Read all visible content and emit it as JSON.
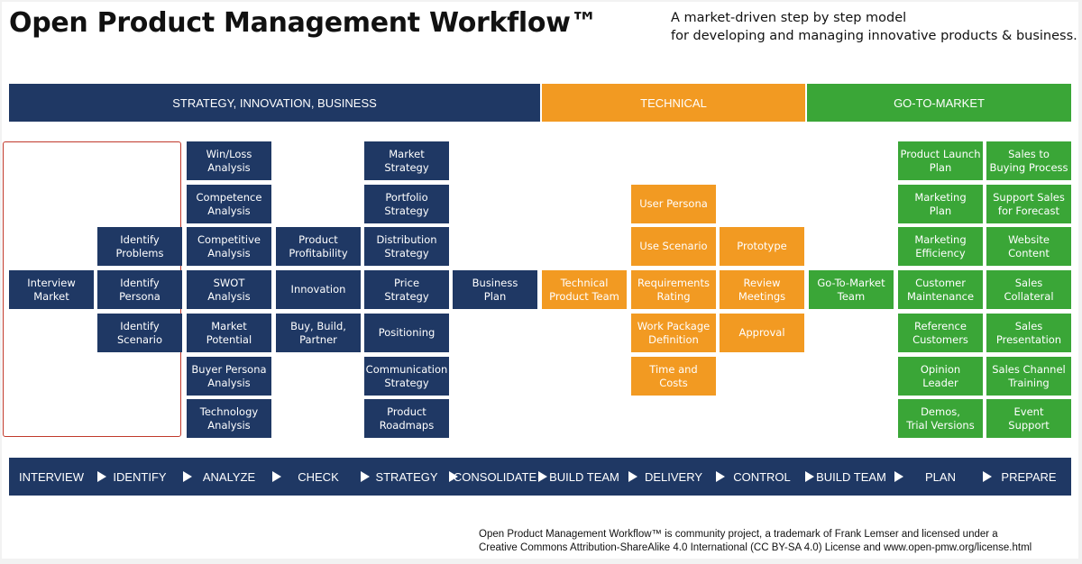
{
  "header": {
    "title": "Open Product Management Workflow™",
    "subtitle_line1": "A market-driven step by step model",
    "subtitle_line2": "for developing and managing innovative products & business."
  },
  "colors": {
    "navy": "#1f3864",
    "orange": "#f29a22",
    "green": "#3aa637",
    "highlight_border": "#c0392b"
  },
  "categories": [
    {
      "label": "STRATEGY, INNOVATION, BUSINESS"
    },
    {
      "label": "TECHNICAL"
    },
    {
      "label": "GO-TO-MARKET"
    }
  ],
  "columns": [
    {
      "step": "INTERVIEW",
      "boxes": [
        "Interview\nMarket"
      ]
    },
    {
      "step": "IDENTIFY",
      "boxes": [
        "Identify\nProblems",
        "Identify\nPersona",
        "Identify\nScenario"
      ]
    },
    {
      "step": "ANALYZE",
      "boxes": [
        "Win/Loss\nAnalysis",
        "Competence\nAnalysis",
        "Competitive\nAnalysis",
        "SWOT\nAnalysis",
        "Market\nPotential",
        "Buyer Persona\nAnalysis",
        "Technology\nAnalysis"
      ]
    },
    {
      "step": "CHECK",
      "boxes": [
        "Product\nProfitability",
        "Innovation",
        "Buy, Build,\nPartner"
      ]
    },
    {
      "step": "STRATEGY",
      "boxes": [
        "Market\nStrategy",
        "Portfolio\nStrategy",
        "Distribution\nStrategy",
        "Price\nStrategy",
        "Positioning",
        "Communication\nStrategy",
        "Product\nRoadmaps"
      ]
    },
    {
      "step": "CONSOLIDATE",
      "boxes": [
        "Business\nPlan"
      ]
    },
    {
      "step": "BUILD TEAM",
      "boxes": [
        "Technical\nProduct Team"
      ]
    },
    {
      "step": "DELIVERY",
      "boxes": [
        "User Persona",
        "Use Scenario",
        "Requirements\nRating",
        "Work Package\nDefinition",
        "Time and\nCosts"
      ]
    },
    {
      "step": "CONTROL",
      "boxes": [
        "Prototype",
        "Review\nMeetings",
        "Approval"
      ]
    },
    {
      "step": "BUILD TEAM",
      "boxes": [
        "Go-To-Market\nTeam"
      ]
    },
    {
      "step": "PLAN",
      "boxes": [
        "Product Launch\nPlan",
        "Marketing\nPlan",
        "Marketing\nEfficiency",
        "Customer\nMaintenance",
        "Reference\nCustomers",
        "Opinion\nLeader",
        "Demos,\nTrial Versions"
      ]
    },
    {
      "step": "PREPARE",
      "boxes": [
        "Sales to\nBuying Process",
        "Support Sales\nfor Forecast",
        "Website\nContent",
        "Sales\nCollateral",
        "Sales\nPresentation",
        "Sales Channel\nTraining",
        "Event\nSupport"
      ]
    }
  ],
  "footer": {
    "line1": "Open Product Management Workflow™ is community project, a trademark of Frank Lemser and licensed under a",
    "line2": "Creative Commons Attribution-ShareAlike 4.0 International (CC BY-SA 4.0) License and www.open-pmw.org/license.html"
  }
}
